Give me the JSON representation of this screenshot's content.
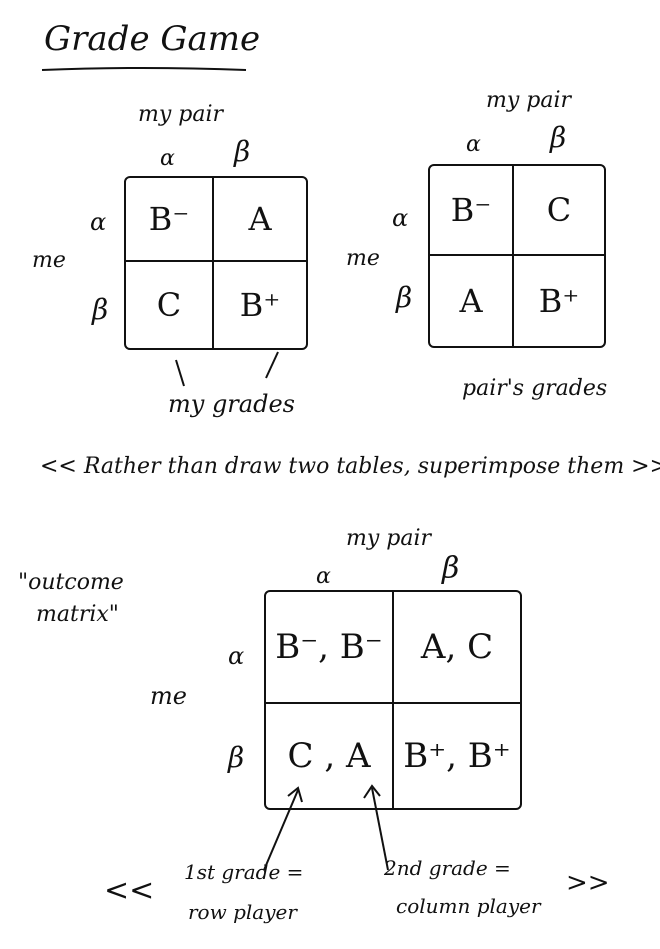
{
  "title": "Grade Game",
  "table_mine": {
    "column_header": "my pair",
    "col_alpha": "α",
    "col_beta": "β",
    "row_header": "me",
    "row_alpha": "α",
    "row_beta": "β",
    "cells": {
      "aa": "B⁻",
      "ab": "A",
      "ba": "C",
      "bb": "B⁺"
    },
    "caption": "my grades"
  },
  "table_pair": {
    "column_header": "my pair",
    "col_alpha": "α",
    "col_beta": "β",
    "row_header": "me",
    "row_alpha": "α",
    "row_beta": "β",
    "cells": {
      "aa": "B⁻",
      "ab": "C",
      "ba": "A",
      "bb": "B⁺"
    },
    "caption": "pair's grades"
  },
  "instruction": "<< Rather than draw two tables, superimpose them >>",
  "outcome": {
    "label_line1": "\"outcome",
    "label_line2": "matrix\"",
    "column_header": "my pair",
    "col_alpha": "α",
    "col_beta": "β",
    "row_header": "me",
    "row_alpha": "α",
    "row_beta": "β",
    "cells": {
      "aa": "B⁻, B⁻",
      "ab": "A, C",
      "ba": "C , A",
      "bb": "B⁺, B⁺"
    }
  },
  "footnotes": {
    "left_marker": "<<",
    "right_marker": ">>",
    "first_line1": "1st grade =",
    "first_line2": "row player",
    "second_line1": "2nd grade =",
    "second_line2": "column player"
  }
}
